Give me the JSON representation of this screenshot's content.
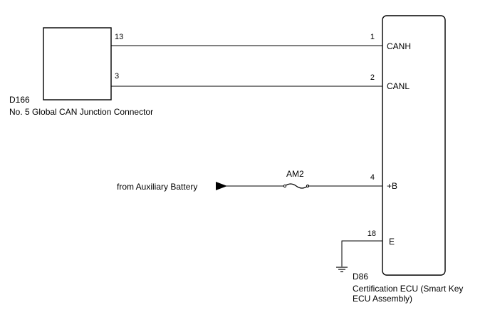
{
  "junction": {
    "code": "D166",
    "name": "No. 5 Global CAN Junction Connector",
    "pins": {
      "canh": "13",
      "canl": "3"
    }
  },
  "ecu": {
    "code": "D86",
    "name_line1": "Certification ECU (Smart Key",
    "name_line2": "ECU Assembly)",
    "pins": {
      "canh": "1",
      "canl": "2",
      "b": "4",
      "e": "18"
    },
    "terminals": {
      "canh": "CANH",
      "canl": "CANL",
      "b": "+B",
      "e": "E"
    }
  },
  "fuse": {
    "label": "AM2"
  },
  "source": {
    "label": "from Auxiliary Battery"
  },
  "colors": {
    "line": "#000000",
    "background": "#ffffff"
  }
}
